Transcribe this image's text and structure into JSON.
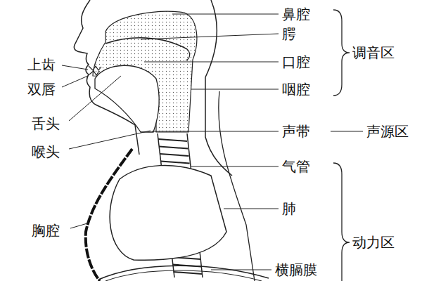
{
  "diagram": {
    "labels": [
      "鼻腔",
      "腭",
      "口腔",
      "咽腔",
      "调音区",
      "声带",
      "声源区",
      "气管",
      "肺",
      "动力区",
      "横膈膜",
      "上齿",
      "双唇",
      "舌头",
      "喉头",
      "胸腔"
    ]
  }
}
